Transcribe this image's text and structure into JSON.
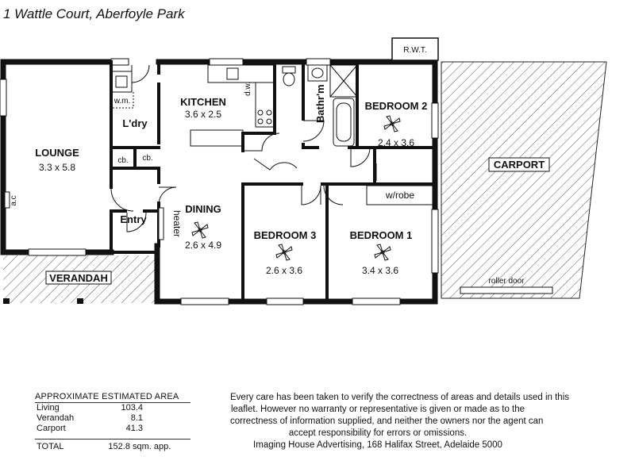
{
  "title": "1 Wattle Court, Aberfoyle Park",
  "rooms": {
    "lounge": {
      "name": "LOUNGE",
      "size": "3.3 x 5.8"
    },
    "kitchen": {
      "name": "KITCHEN",
      "size": "3.6 x 2.5"
    },
    "laundry": {
      "name": "L'dry"
    },
    "dining": {
      "name": "DINING",
      "size": "2.6 x 4.9"
    },
    "entry": {
      "name": "Entry"
    },
    "bathroom": {
      "name": "Bathr'm"
    },
    "bedroom1": {
      "name": "BEDROOM 1",
      "size": "3.4 x 3.6"
    },
    "bedroom2": {
      "name": "BEDROOM 2",
      "size": "2.4 x 3.6"
    },
    "bedroom3": {
      "name": "BEDROOM 3",
      "size": "2.6 x 3.6"
    },
    "verandah": {
      "name": "VERANDAH"
    },
    "carport": {
      "name": "CARPORT"
    }
  },
  "labels": {
    "rwt": "R.W.T.",
    "wm": "w.m.",
    "cb1": "cb.",
    "cb2": "cb.",
    "dw": "d.w.",
    "ac": "a.c",
    "heater": "heater",
    "wrobe": "w/robe",
    "roller_door": "roller door"
  },
  "area_table": {
    "heading": "APPROXIMATE ESTIMATED AREA",
    "rows": [
      {
        "name": "Living",
        "value": "103.4"
      },
      {
        "name": "Verandah",
        "value": "8.1"
      },
      {
        "name": "Carport",
        "value": "41.3"
      }
    ],
    "total_label": "TOTAL",
    "total_value": "152.8 sqm. app."
  },
  "disclaimer": [
    "Every care has been taken to verify the correctness of areas and details used in this",
    "leaflet.  However no warranty or representative is given or made as to the",
    "correctness of information supplied, and neither the owners nor the agent can",
    "accept responsibility for errors or omissions.",
    "Imaging House Advertising, 168 Halifax Street, Adelaide 5000"
  ]
}
